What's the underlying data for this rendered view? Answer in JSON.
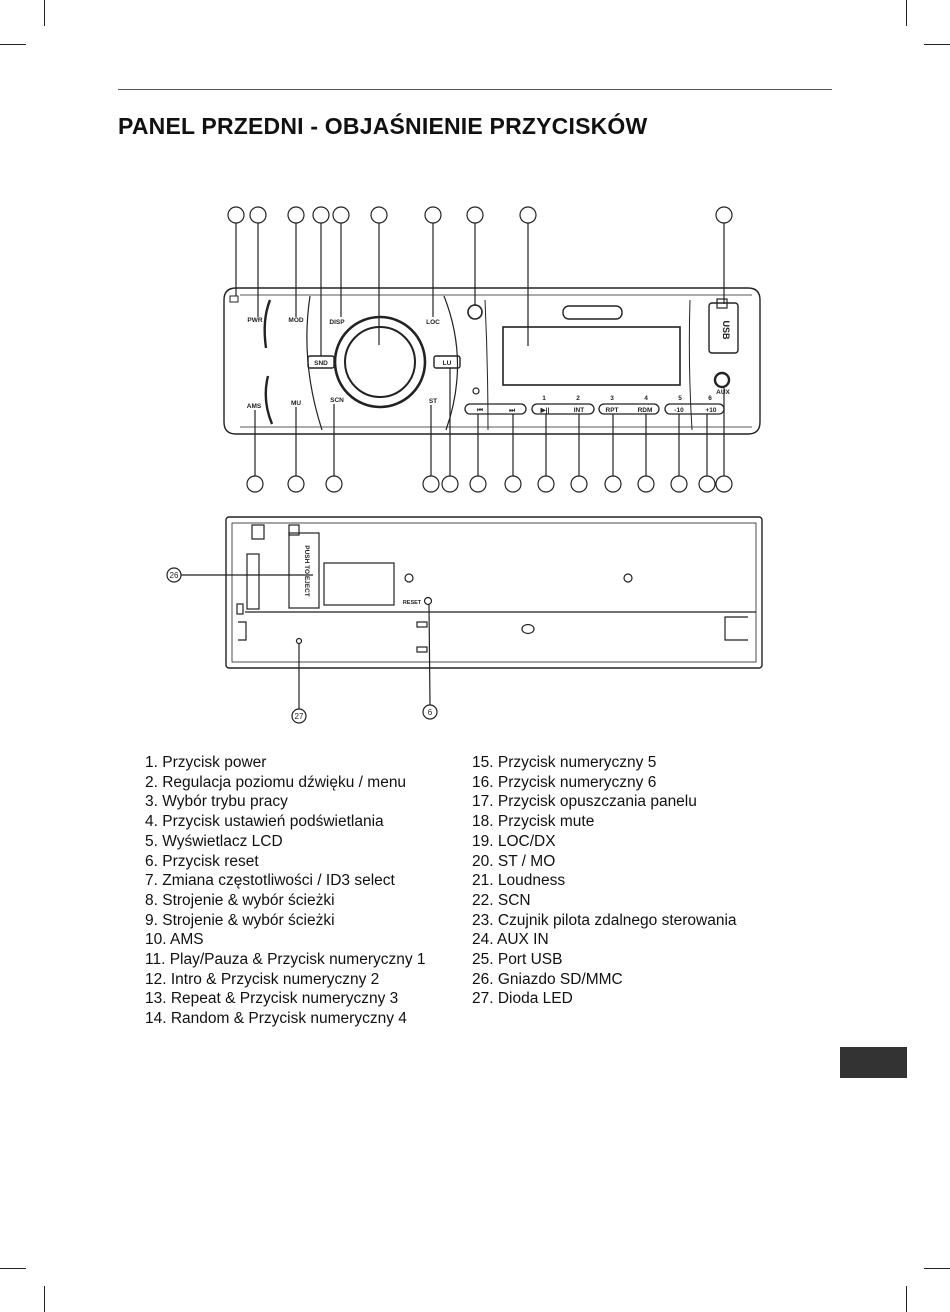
{
  "page": {
    "title": "PANEL PRZEDNI - OBJAŚNIENIE PRZYCISKÓW"
  },
  "front_panel": {
    "button_labels": {
      "pwr": "PWR",
      "mod": "MOD",
      "disp": "DISP",
      "loc": "LOC",
      "snd": "SND",
      "lu": "LU",
      "ams": "AMS",
      "mu": "MU",
      "scn": "SCN",
      "st": "ST",
      "usb": "USB",
      "aux": "AUX",
      "prev": "⏮",
      "next": "⏭",
      "play": "▶||",
      "int": "INT",
      "rpt": "RPT",
      "rdm": "RDM",
      "minus10": "-10",
      "plus10": "+10",
      "num1": "1",
      "num2": "2",
      "num3": "3",
      "num4": "4",
      "num5": "5",
      "num6": "6"
    }
  },
  "back_panel": {
    "slot_label": "PUSH TO EJECT",
    "reset_label": "RESET",
    "callouts": {
      "sd_slot": "26",
      "led": "27",
      "reset": "6"
    }
  },
  "legend": {
    "left": [
      "1. Przycisk power",
      "2. Regulacja poziomu dźwięku / menu",
      "3. Wybór trybu pracy",
      "4. Przycisk ustawień podświetlania",
      "5. Wyświetlacz LCD",
      "6. Przycisk reset",
      "7. Zmiana częstotliwości / ID3 select",
      "8. Strojenie & wybór ścieżki",
      "9. Strojenie & wybór ścieżki",
      "10. AMS",
      "11. Play/Pauza & Przycisk numeryczny 1",
      "12. Intro & Przycisk numeryczny 2",
      "13. Repeat & Przycisk numeryczny 3",
      "14. Random & Przycisk numeryczny 4"
    ],
    "right": [
      "15. Przycisk numeryczny 5",
      "16. Przycisk numeryczny 6",
      "17. Przycisk opuszczania panelu",
      "18. Przycisk mute",
      "19. LOC/DX",
      "20. ST / MO",
      "21. Loudness",
      "22. SCN",
      "23. Czujnik pilota zdalnego sterowania",
      "24. AUX IN",
      "25. Port USB",
      "26. Gniazdo SD/MMC",
      "27. Dioda LED"
    ]
  }
}
